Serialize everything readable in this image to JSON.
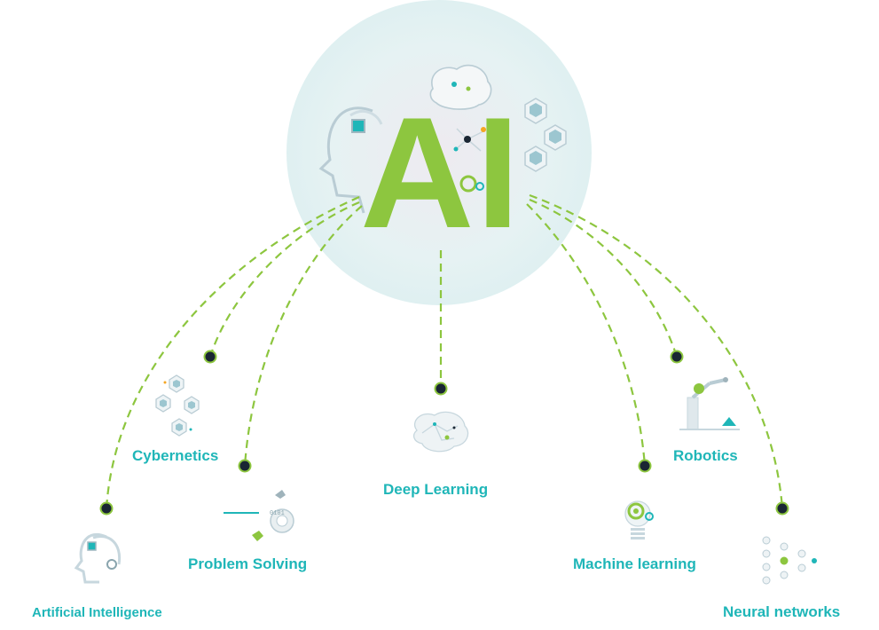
{
  "center": {
    "text": "AI",
    "colors": {
      "ai_text": "#8dc63f",
      "circle": "#e3f1f3",
      "connector": "#8dc63f",
      "node": "#1a2633",
      "label": "#1fb6b8",
      "icon": "#c7d7de",
      "icon_accent": "#1fb6b8"
    }
  },
  "topics": [
    {
      "id": "artificial-intelligence",
      "label": "Artificial Intelligence",
      "icon": "robot-head-icon"
    },
    {
      "id": "cybernetics",
      "label": "Cybernetics",
      "icon": "cubes-icon"
    },
    {
      "id": "problem-solving",
      "label": "Problem Solving",
      "icon": "coin-binary-icon"
    },
    {
      "id": "deep-learning",
      "label": "Deep Learning",
      "icon": "brain-network-icon"
    },
    {
      "id": "machine-learning",
      "label": "Machine learning",
      "icon": "lightbulb-gear-icon"
    },
    {
      "id": "robotics",
      "label": "Robotics",
      "icon": "robot-arm-icon"
    },
    {
      "id": "neural-networks",
      "label": "Neural networks",
      "icon": "neural-network-icon"
    }
  ]
}
